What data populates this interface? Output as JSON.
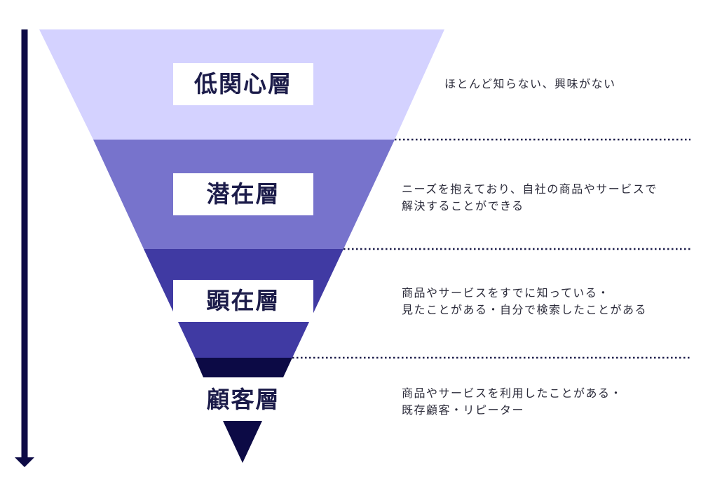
{
  "layers": [
    {
      "name": "低関心層",
      "description": [
        "ほとんど知らない、興味がない"
      ],
      "color": "#d4d2ff"
    },
    {
      "name": "潜在層",
      "description": [
        "ニーズを抱えており、自社の商品やサービスで",
        "解決することができる"
      ],
      "color": "#7773cc"
    },
    {
      "name": "顕在層",
      "description": [
        "商品やサービスをすでに知っている・",
        "見たことがある・自分で検索したことがある"
      ],
      "color": "#403aa3"
    },
    {
      "name": "顧客層",
      "description": [
        "商品やサービスを利用したことがある・",
        "既存顧客・リピーター"
      ],
      "color": "#0c0a45"
    }
  ],
  "colors": {
    "arrow": "#0c0a45",
    "divider": "#1c1c4a",
    "label_text": "#1c1c4a",
    "description_text": "#2b2b3a"
  }
}
